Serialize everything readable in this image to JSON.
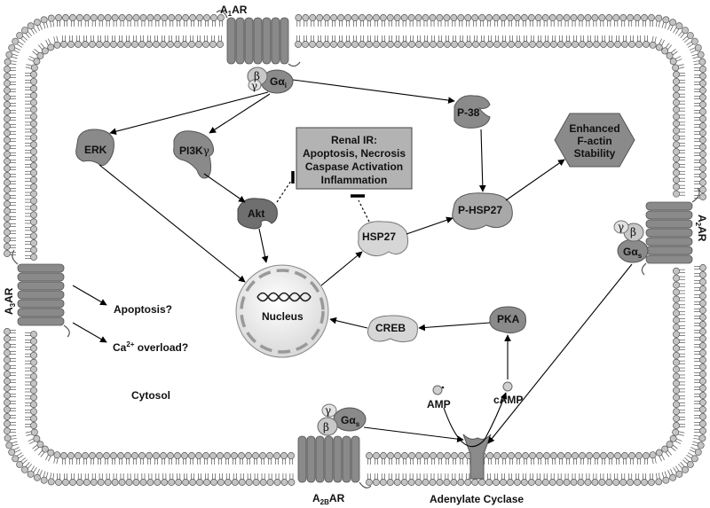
{
  "receptors": {
    "a1": {
      "base": "A",
      "sub": "1",
      "suffix": "AR"
    },
    "a2": {
      "base": "A",
      "sub": "2",
      "suffix": "AR"
    },
    "a2b": {
      "base": "A",
      "sub": "2B",
      "suffix": "AR"
    },
    "a3": {
      "base": "A",
      "sub": "3",
      "suffix": "AR"
    }
  },
  "g_proteins": {
    "gi": {
      "beta": "β",
      "gamma": "γ",
      "alpha": "Gα",
      "sub": "i"
    },
    "gs_right": {
      "beta": "β",
      "gamma": "γ",
      "alpha": "Gα",
      "sub": "s"
    },
    "gs_bottom": {
      "beta": "β",
      "gamma": "γ",
      "alpha": "Gα",
      "sub": "s"
    }
  },
  "nodes": {
    "erk": "ERK",
    "pi3k": {
      "base": "PI3K",
      "greek": "γ"
    },
    "akt": "Akt",
    "p38": "P-38",
    "hsp27": "HSP27",
    "phsp27": "P-HSP27",
    "creb": "CREB",
    "pka": "PKA",
    "nucleus": "Nucleus",
    "enhanced": [
      "Enhanced",
      "F-actin",
      "Stability"
    ],
    "renal_box": [
      "Renal IR:",
      "Apoptosis, Necrosis",
      "Caspase Activation",
      "Inflammation"
    ],
    "apoptosis_q": "Apoptosis?",
    "ca_overload": {
      "pre": "Ca",
      "sup": "2+",
      "post": " overload?"
    },
    "cytosol": "Cytosol",
    "amp": "AMP",
    "camp": "cAMP",
    "adenylate_cyclase": "Adenylate Cyclase"
  },
  "colors": {
    "lipid_head": "#c4c4c4",
    "receptor": "#8a8a8a",
    "protein_dark": "#7d7d7d",
    "protein_mid": "#a8a8a8",
    "protein_light": "#d6d6d6",
    "renal_box_fill": "#b3b3b3"
  }
}
